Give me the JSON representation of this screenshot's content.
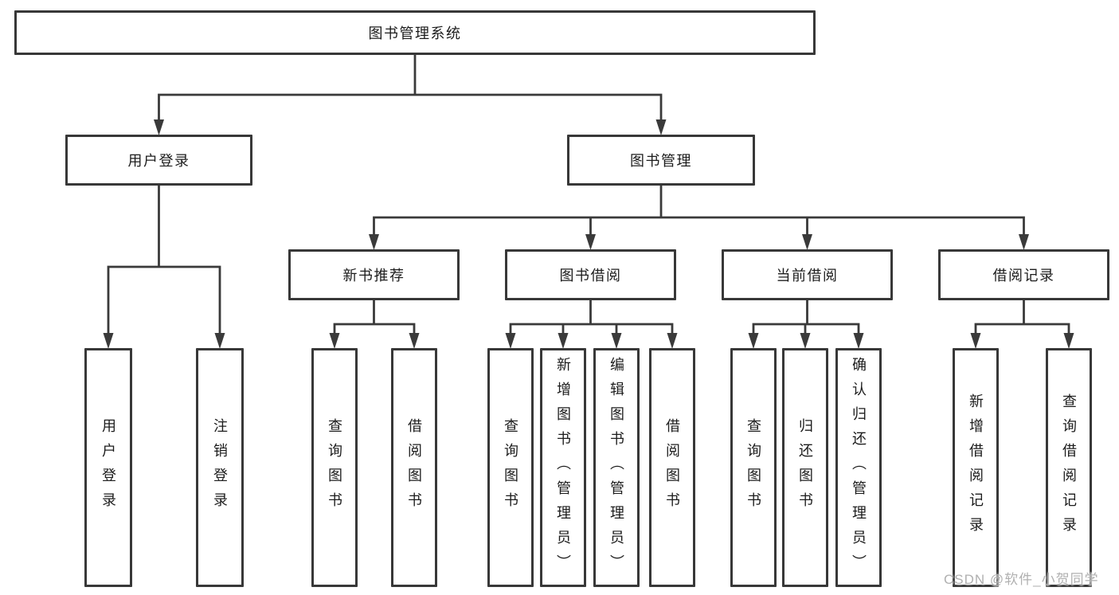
{
  "diagram_title": "图书管理系统",
  "nodes": {
    "root": {
      "label": "图书管理系统"
    },
    "user_login": {
      "label": "用户登录"
    },
    "book_mgmt": {
      "label": "图书管理"
    },
    "ul_login": {
      "label": "用户登录"
    },
    "ul_logout": {
      "label": "注销登录"
    },
    "new_book_rec": {
      "label": "新书推荐"
    },
    "book_borrow": {
      "label": "图书借阅"
    },
    "current_borrow": {
      "label": "当前借阅"
    },
    "borrow_records": {
      "label": "借阅记录"
    },
    "nbr_query": {
      "label": "查询图书"
    },
    "nbr_borrow": {
      "label": "借阅图书"
    },
    "bb_query": {
      "label": "查询图书"
    },
    "bb_add": {
      "label": "新增图书（管理员）"
    },
    "bb_edit": {
      "label": "编辑图书（管理员）"
    },
    "bb_borrow": {
      "label": "借阅图书"
    },
    "cb_query": {
      "label": "查询图书"
    },
    "cb_return": {
      "label": "归还图书"
    },
    "cb_confirm": {
      "label": "确认归还（管理员）"
    },
    "br_add": {
      "label": "新增借阅记录"
    },
    "br_query": {
      "label": "查询借阅记录"
    }
  },
  "edges": [
    {
      "parent": "root",
      "children": [
        "user_login",
        "book_mgmt"
      ]
    },
    {
      "parent": "user_login",
      "children": [
        "ul_login",
        "ul_logout"
      ]
    },
    {
      "parent": "book_mgmt",
      "children": [
        "new_book_rec",
        "book_borrow",
        "current_borrow",
        "borrow_records"
      ]
    },
    {
      "parent": "new_book_rec",
      "children": [
        "nbr_query",
        "nbr_borrow"
      ]
    },
    {
      "parent": "book_borrow",
      "children": [
        "bb_query",
        "bb_add",
        "bb_edit",
        "bb_borrow"
      ]
    },
    {
      "parent": "current_borrow",
      "children": [
        "cb_query",
        "cb_return",
        "cb_confirm"
      ]
    },
    {
      "parent": "borrow_records",
      "children": [
        "br_add",
        "br_query"
      ]
    }
  ],
  "watermark": "CSDN @软件_小贺同学",
  "colors": {
    "line": "#3a3a3a",
    "border": "#383838",
    "text": "#1c1c1c",
    "watermark": "#b0b0b0",
    "background": "#ffffff"
  }
}
